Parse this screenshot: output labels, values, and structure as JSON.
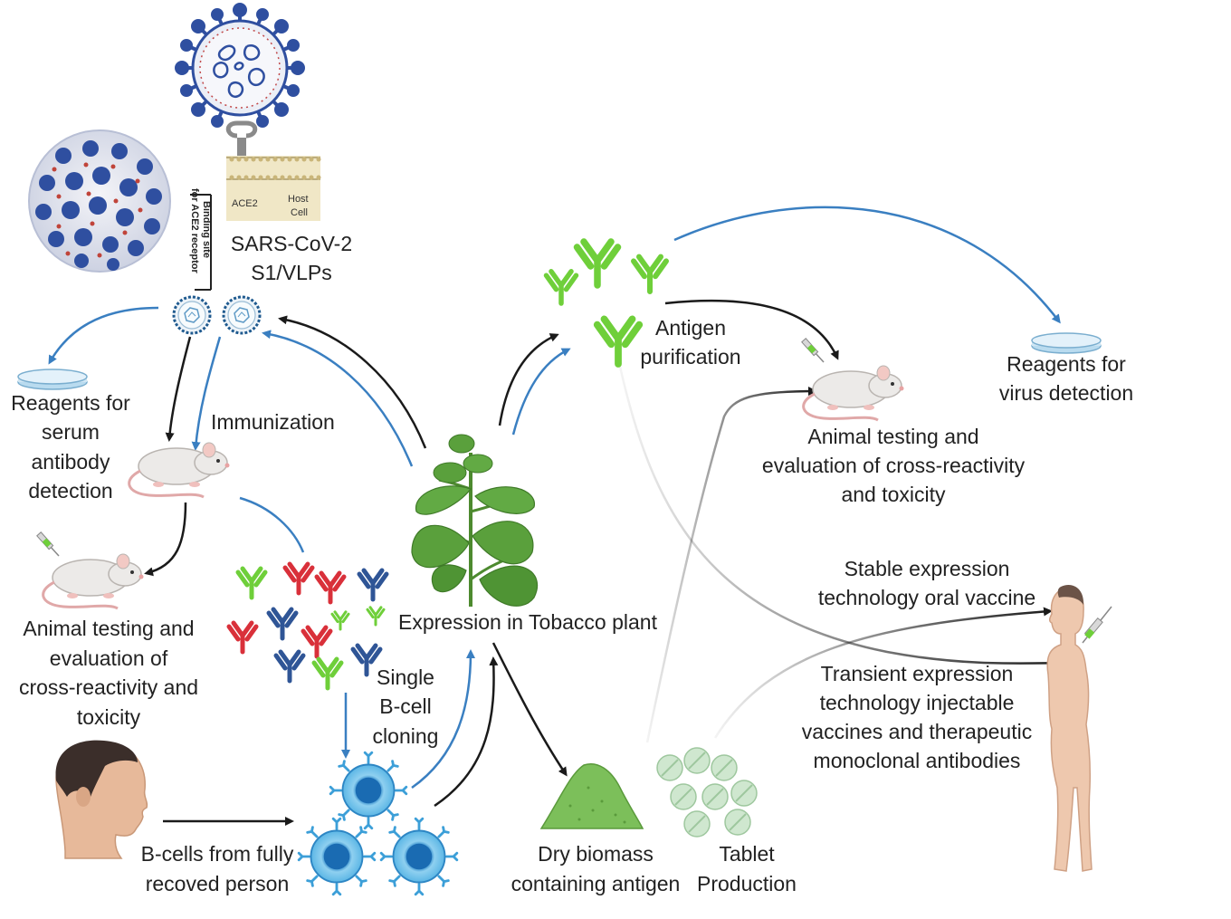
{
  "labels": {
    "sars": [
      "SARS-CoV-2",
      "S1/VLPs"
    ],
    "ace2": "ACE2",
    "host_cell": [
      "Host",
      "Cell"
    ],
    "binding_site": [
      "Binding site",
      "for ACE2 receptor"
    ],
    "reagents_serum": [
      "Reagents for",
      "serum",
      "antibody",
      "detection"
    ],
    "immunization": "Immunization",
    "animal_testing_left": [
      "Animal testing and",
      "evaluation of",
      "cross-reactivity and",
      "toxicity"
    ],
    "single_bcell": [
      "Single",
      "B-cell",
      "cloning"
    ],
    "bcells_person": [
      "B-cells from fully",
      "recoved person"
    ],
    "tobacco": "Expression in Tobacco plant",
    "antigen_purification": [
      "Antigen",
      "purification"
    ],
    "reagents_virus": [
      "Reagents for",
      "virus detection"
    ],
    "animal_testing_right": [
      "Animal testing and",
      "evaluation of cross-reactivity",
      "and toxicity"
    ],
    "stable_expression": [
      "Stable expression",
      "technology oral vaccine"
    ],
    "transient_expression": [
      "Transient expression",
      "technology injectable",
      "vaccines and therapeutic",
      "monoclonal antibodies"
    ],
    "dry_biomass": [
      "Dry biomass",
      "containing antigen"
    ],
    "tablet": [
      "Tablet",
      "Production"
    ]
  },
  "colors": {
    "blue_arrow": "#3a7fc1",
    "black_arrow": "#1a1a1a",
    "virus_blue": "#2f4fa0",
    "antibody_green": "#6fcf3a",
    "antibody_red": "#d9303a",
    "antibody_navy": "#2f5596",
    "leaf_green": "#5aa03c",
    "bcell_blue": "#3c9fd8",
    "skin": "#e7b99a"
  },
  "icons": [
    "coronavirus-icon",
    "vlp-icon",
    "petri-dish-icon",
    "mouse-icon",
    "syringe-icon",
    "antibody-icon",
    "tobacco-plant-icon",
    "b-cell-icon",
    "human-head-icon",
    "human-body-icon",
    "biomass-pile-icon",
    "tablet-icon"
  ]
}
